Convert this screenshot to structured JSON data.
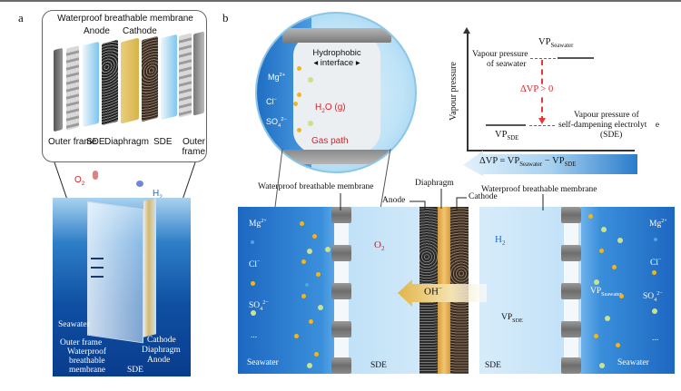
{
  "figure": {
    "panels": [
      "a",
      "b"
    ]
  },
  "panel_a": {
    "label": "a",
    "exploded_view": {
      "labels": {
        "top": "Waterproof breathable membrane",
        "anode": "Anode",
        "cathode": "Cathode",
        "outer_frame_left": "Outer frame",
        "sde_left": "SDE",
        "diaphragm": "Diaphragm",
        "sde_right": "SDE",
        "outer_frame_right": "Outer frame"
      },
      "layers": [
        "Outer frame",
        "Waterproof breathable membrane",
        "SDE",
        "Anode",
        "Diaphragm",
        "Cathode",
        "SDE",
        "Waterproof breathable membrane",
        "Outer frame"
      ]
    },
    "gases": {
      "o2": "O",
      "o2_sub": "2",
      "h2": "H",
      "h2_sub": "2"
    },
    "device_labels": {
      "seawater": "Seawater",
      "outer_frame": "Outer frame",
      "waterproof": "Waterproof",
      "breathable": "breathable",
      "membrane": "membrane",
      "sde": "SDE",
      "cathode": "Cathode",
      "diaphragm": "Diaphragm",
      "anode": "Anode"
    }
  },
  "panel_b": {
    "label": "b",
    "inset": {
      "hydrophobic": "Hydrophobic",
      "interface": "interface",
      "ions": [
        {
          "base": "Mg",
          "charge": "2+"
        },
        {
          "base": "Cl",
          "charge": "−"
        },
        {
          "base": "SO",
          "sub": "4",
          "charge": "2−"
        }
      ],
      "water_vapor": "H",
      "water_vapor_sub": "2",
      "water_vapor_tail": "O (g)",
      "gas_path": "Gas path"
    },
    "vp_diagram": {
      "y_axis_label": "Vapour pressure",
      "vp_seawater": "VP",
      "vp_seawater_sub": "Seawater",
      "vp_seawater_desc_1": "Vapour pressure",
      "vp_seawater_desc_2": "of seawater",
      "delta_label": "ΔVP > 0",
      "vp_sde": "VP",
      "vp_sde_sub": "SDE",
      "vp_sde_desc_1": "Vapour pressure of",
      "vp_sde_desc_2": "self-dampening electrolyt",
      "vp_sde_desc_2_tail": "e",
      "vp_sde_desc_3": "(SDE)",
      "equation": {
        "lhs": "ΔVP = VP",
        "sub1": "Seawater",
        "mid": " − VP",
        "sub2": "SDE"
      }
    },
    "cross_section": {
      "membrane_left_label": "Waterproof breathable membrane",
      "membrane_right_label": "Waterproof breathable membrane",
      "diaphragm": "Diaphragm",
      "anode": "Anode",
      "cathode": "Cathode",
      "o2": "O",
      "o2_sub": "2",
      "h2": "H",
      "h2_sub": "2",
      "oh": "OH",
      "oh_sup": "−",
      "left_ions": [
        {
          "base": "Mg",
          "charge": "2+"
        },
        {
          "base": "Cl",
          "charge": "−"
        },
        {
          "base": "SO",
          "sub": "4",
          "charge": "2−"
        },
        {
          "base": "...",
          "charge": ""
        }
      ],
      "right_ions": [
        {
          "base": "Mg",
          "charge": "2+"
        },
        {
          "base": "Cl",
          "charge": "−"
        },
        {
          "base": "SO",
          "sub": "4",
          "charge": "2−"
        },
        {
          "base": "...",
          "charge": ""
        }
      ],
      "vp_seawater": "VP",
      "vp_seawater_sub": "Seawater",
      "vp_sde": "VP",
      "vp_sde_sub": "SDE",
      "seawater_left": "Seawater",
      "sde_left": "SDE",
      "sde_right": "SDE",
      "seawater_right": "Seawater"
    }
  },
  "colors": {
    "seawater_dark": "#1d67c1",
    "sde_light": "#cfe8f8",
    "diaphragm_yellow": "#f0c060",
    "delta_red": "#d9222a",
    "h2_blue": "#1d6fc4",
    "o2_red": "#c0262d"
  }
}
